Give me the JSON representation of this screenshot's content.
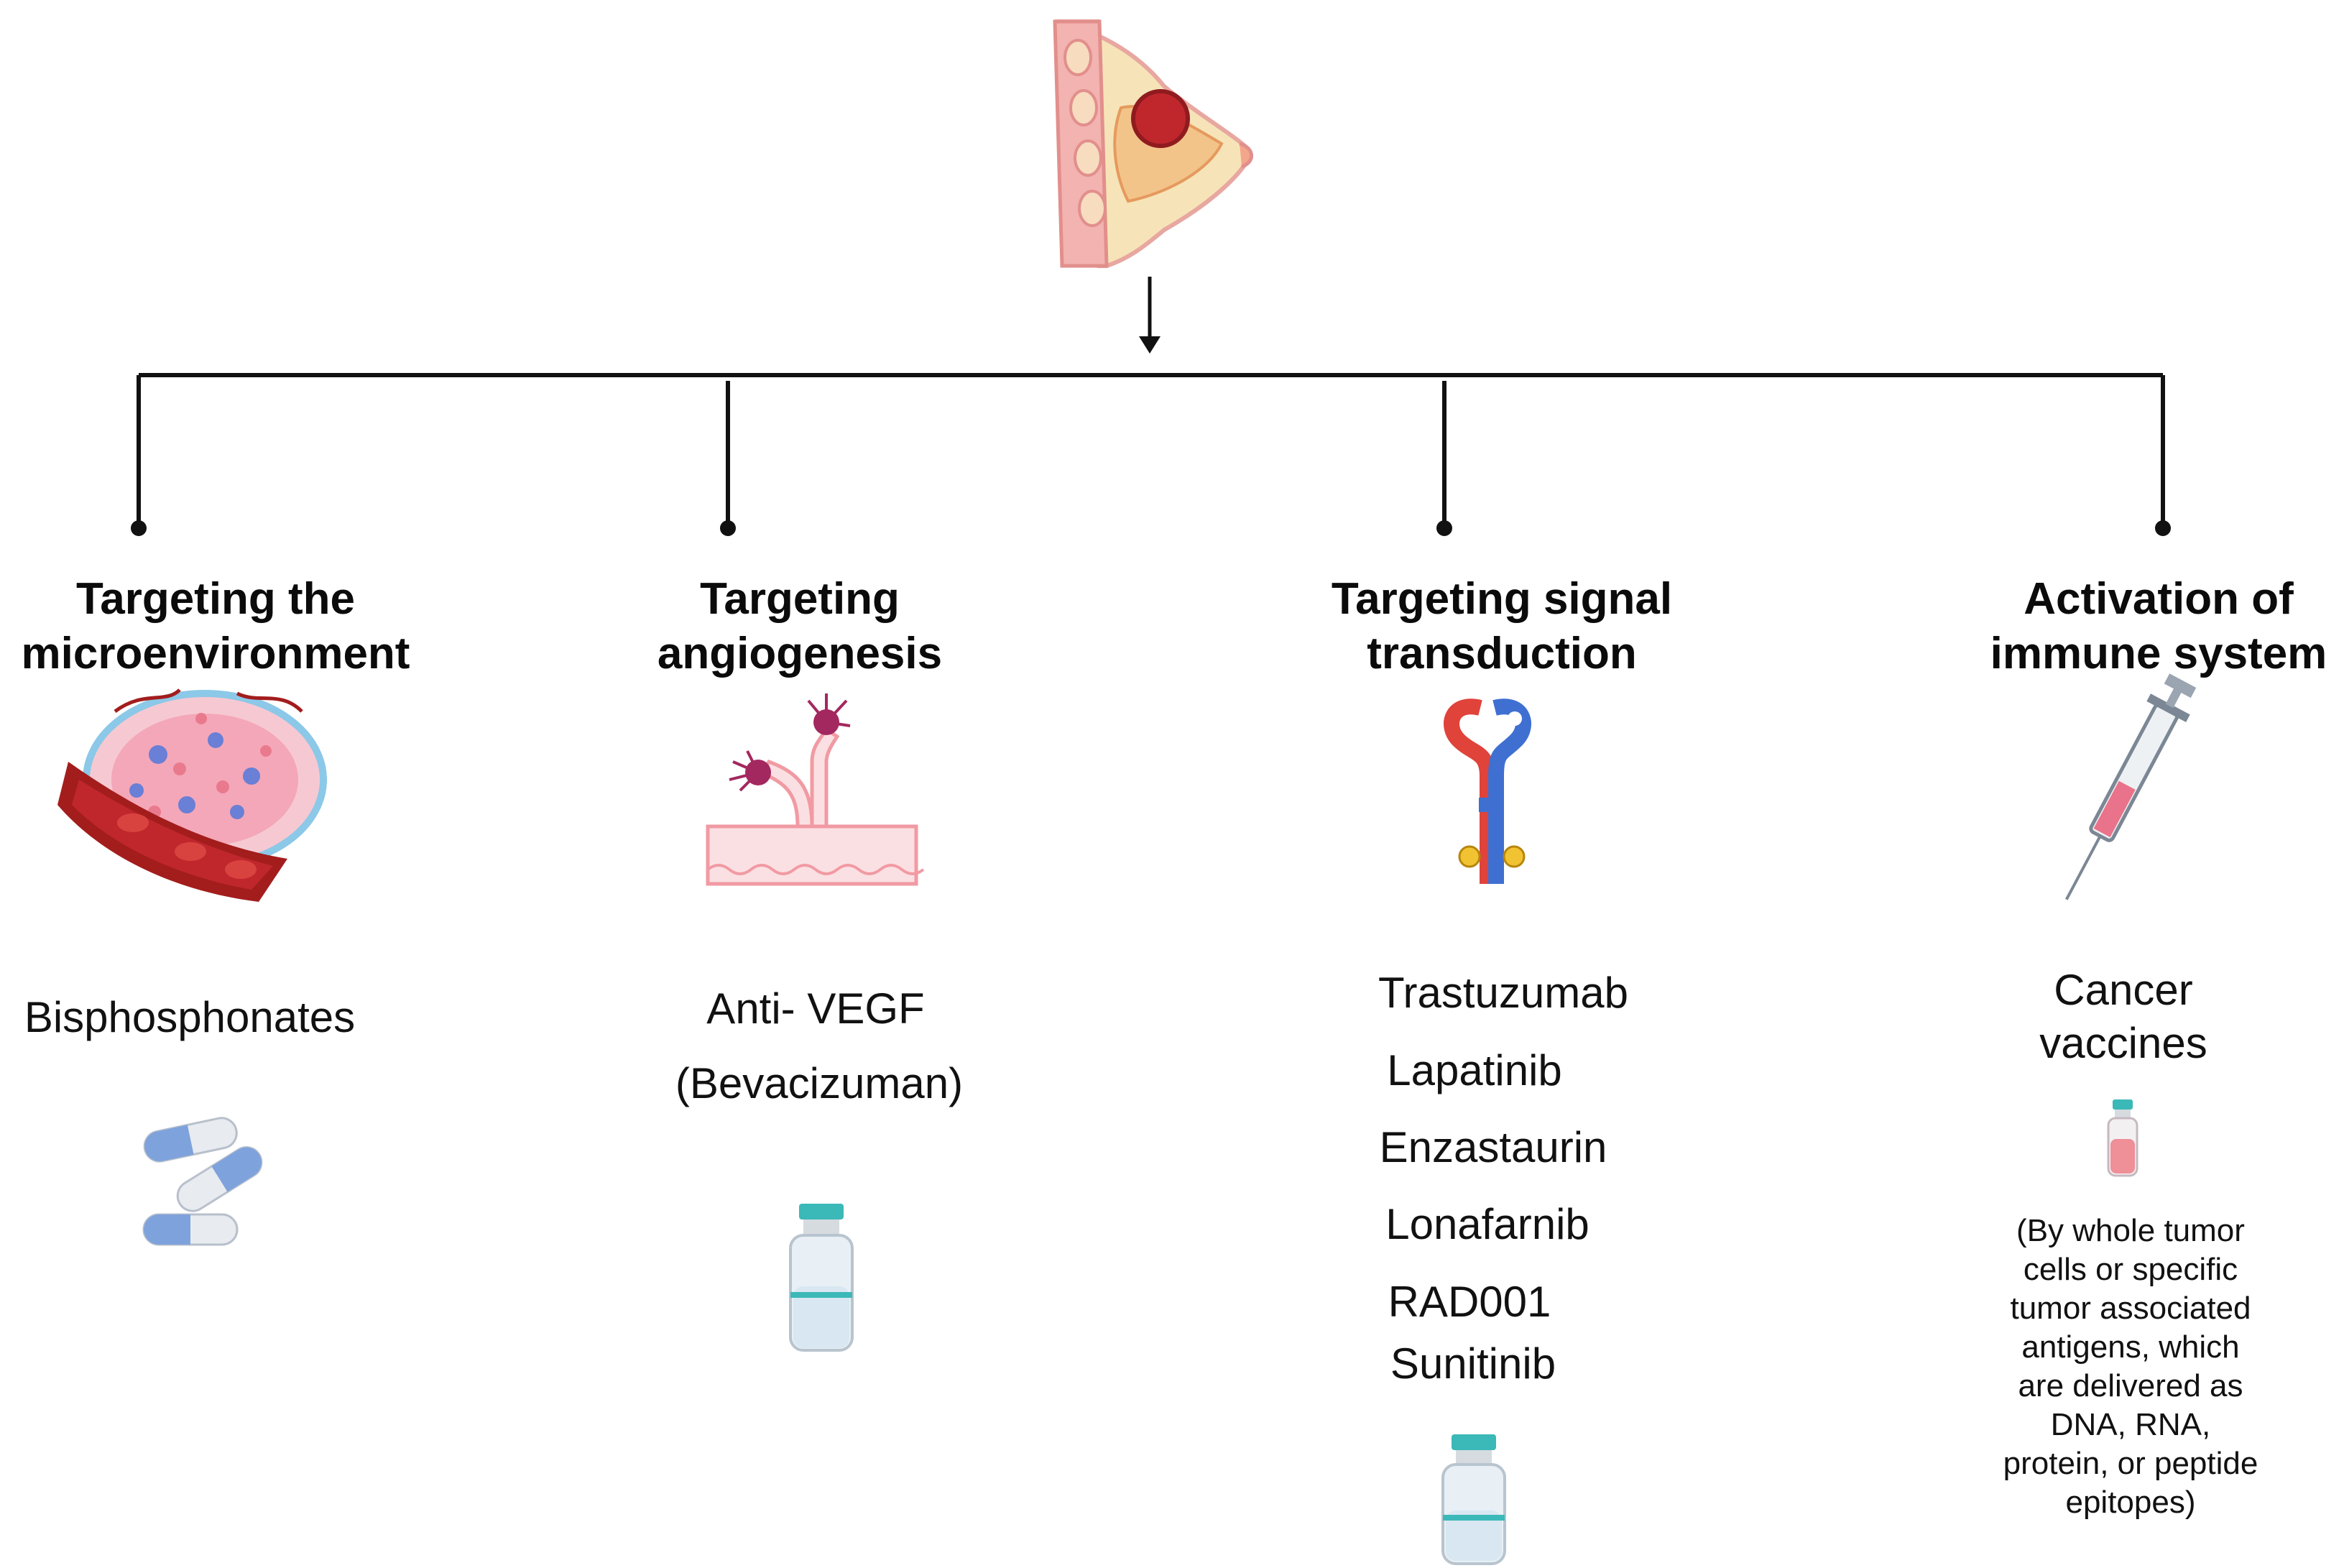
{
  "branches": [
    {
      "heading": [
        "Targeting the",
        "microenvironment"
      ],
      "drugs": [
        "Bisphosphonates"
      ],
      "icon": "tumor-microenvironment-icon",
      "drug_icon": "capsules-icon"
    },
    {
      "heading": [
        "Targeting",
        "angiogenesis"
      ],
      "drugs": [
        "Anti- VEGF",
        "(Bevacizuman)"
      ],
      "icon": "angiogenesis-vessel-icon",
      "drug_icon": "vial-icon"
    },
    {
      "heading": [
        "Targeting signal",
        "transduction"
      ],
      "drugs": [
        "Trastuzumab",
        "Lapatinib",
        "Enzastaurin",
        "Lonafarnib",
        "RAD001",
        "Sunitinib"
      ],
      "icon": "receptor-dimer-icon",
      "drug_icon": "vial-icon"
    },
    {
      "heading": [
        "Activation of",
        "immune system"
      ],
      "drugs": [
        "Cancer",
        "vaccines"
      ],
      "icon": "syringe-icon",
      "drug_icon": "small-vial-icon",
      "note": [
        "(By whole tumor",
        "cells or specific",
        "tumor associated",
        "antigens, which",
        "are delivered as",
        "DNA, RNA,",
        "protein, or peptide",
        "epitopes)"
      ]
    }
  ],
  "top_icon": "breast-tumor-icon",
  "colors": {
    "vessel_red": "#a31d1d",
    "receptor_red": "#e0433a",
    "receptor_blue": "#3f6fd1",
    "pill_blue": "#7ea2dc",
    "vial_teal": "#3bb8b8"
  }
}
